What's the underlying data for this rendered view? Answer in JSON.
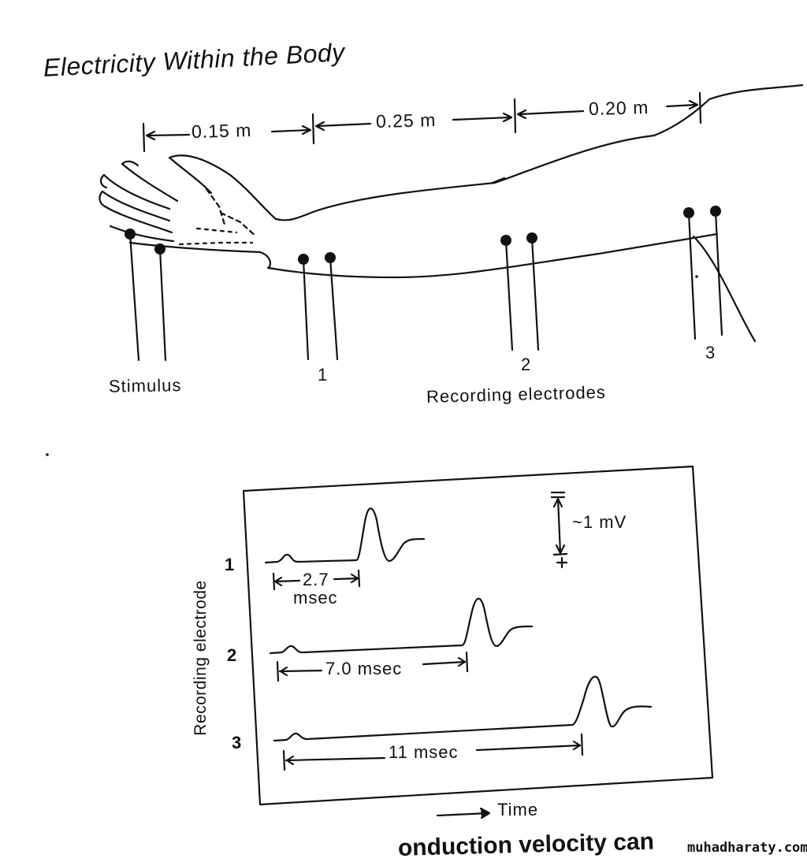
{
  "title": "Electricity Within the Body",
  "distances": {
    "d1": "0.15 m",
    "d2": "0.25 m",
    "d3": "0.20 m"
  },
  "labels": {
    "stimulus": "Stimulus",
    "electrode_1": "1",
    "electrode_2": "2",
    "electrode_3": "3",
    "recording_electrodes": "Recording electrodes"
  },
  "graph": {
    "y_axis_label": "Recording electrode",
    "x_axis_label": "Time",
    "scale_label": "~1 mV",
    "traces": [
      {
        "label": "1",
        "delay": "2.7",
        "unit": "msec"
      },
      {
        "label": "2",
        "delay_text": "7.0 msec"
      },
      {
        "label": "3",
        "delay_text": "11 msec"
      }
    ]
  },
  "footer": {
    "partial_text": "onduction velocity can",
    "watermark": "muhadharaty.com"
  }
}
